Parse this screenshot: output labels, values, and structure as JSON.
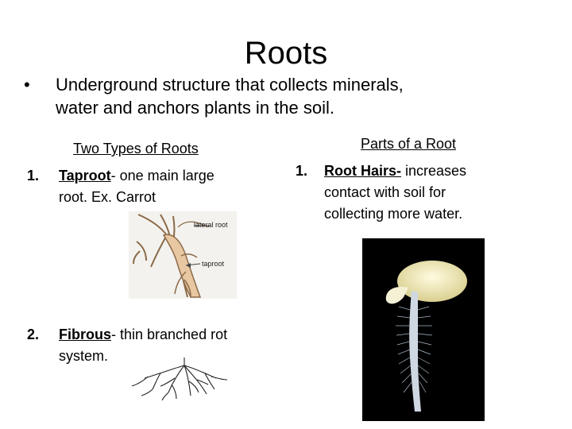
{
  "title": "Roots",
  "bullet": {
    "line1": "Underground structure that collects minerals,",
    "line2": "water and anchors plants in the soil."
  },
  "left": {
    "heading": "Two Types of Roots",
    "item1": {
      "number": "1.",
      "term": "Taproot",
      "line1_rest": "- one main large",
      "line2": "root. Ex. Carrot"
    },
    "taproot_labels": {
      "lateral": "lateral root",
      "tap": "taproot"
    },
    "item2": {
      "number": "2.",
      "term": "Fibrous",
      "line1_rest": "- thin branched rot",
      "line2": "system."
    }
  },
  "right": {
    "heading": "Parts of a Root",
    "item1": {
      "number": "1.",
      "term": "Root Hairs-",
      "line1_rest": " increases",
      "line2": "contact with soil for",
      "line3": "collecting more water."
    }
  }
}
